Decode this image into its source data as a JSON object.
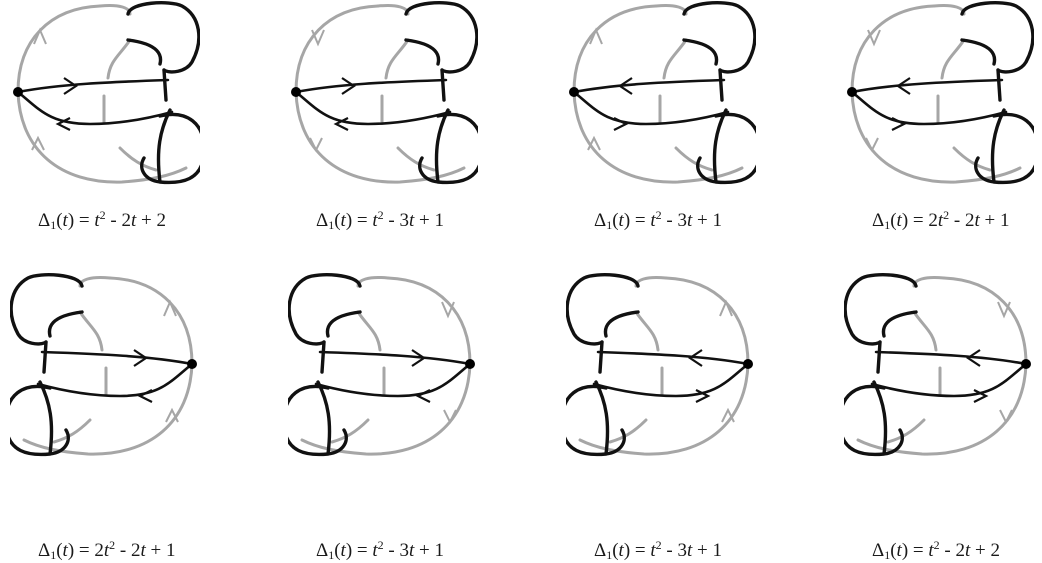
{
  "diagram": {
    "colors": {
      "knot": "#111111",
      "grey": "#a6a6a6",
      "point": "#000000"
    },
    "rows": [
      {
        "panels": [
          {
            "id": "p1",
            "arrow_top": "right",
            "arrow_bottom": "left",
            "grey_arrow": "up",
            "caption": {
              "symbol": "Δ",
              "index": "1",
              "var": "t",
              "terms": [
                {
                  "c": "",
                  "v": "t",
                  "p": "2"
                },
                {
                  "op": " - ",
                  "c": "2",
                  "v": "t",
                  "p": ""
                },
                {
                  "op": " + ",
                  "c": "2",
                  "v": "",
                  "p": ""
                }
              ]
            }
          },
          {
            "id": "p2",
            "arrow_top": "right",
            "arrow_bottom": "left",
            "grey_arrow": "down",
            "caption": {
              "symbol": "Δ",
              "index": "1",
              "var": "t",
              "terms": [
                {
                  "c": "",
                  "v": "t",
                  "p": "2"
                },
                {
                  "op": " - ",
                  "c": "3",
                  "v": "t",
                  "p": ""
                },
                {
                  "op": " + ",
                  "c": "1",
                  "v": "",
                  "p": ""
                }
              ]
            }
          },
          {
            "id": "p3",
            "arrow_top": "left",
            "arrow_bottom": "right",
            "grey_arrow": "up",
            "caption": {
              "symbol": "Δ",
              "index": "1",
              "var": "t",
              "terms": [
                {
                  "c": "",
                  "v": "t",
                  "p": "2"
                },
                {
                  "op": " - ",
                  "c": "3",
                  "v": "t",
                  "p": ""
                },
                {
                  "op": " + ",
                  "c": "1",
                  "v": "",
                  "p": ""
                }
              ]
            }
          },
          {
            "id": "p4",
            "arrow_top": "left",
            "arrow_bottom": "right",
            "grey_arrow": "down",
            "caption": {
              "symbol": "Δ",
              "index": "1",
              "var": "t",
              "terms": [
                {
                  "c": "2",
                  "v": "t",
                  "p": "2"
                },
                {
                  "op": " - ",
                  "c": "2",
                  "v": "t",
                  "p": ""
                },
                {
                  "op": " + ",
                  "c": "1",
                  "v": "",
                  "p": ""
                }
              ]
            }
          }
        ]
      },
      {
        "panels": [
          {
            "id": "p5",
            "arrow_top": "left",
            "arrow_bottom": "right",
            "grey_arrow": "up",
            "caption": {
              "symbol": "Δ",
              "index": "1",
              "var": "t",
              "terms": [
                {
                  "c": "2",
                  "v": "t",
                  "p": "2"
                },
                {
                  "op": " - ",
                  "c": "2",
                  "v": "t",
                  "p": ""
                },
                {
                  "op": " + ",
                  "c": "1",
                  "v": "",
                  "p": ""
                }
              ]
            }
          },
          {
            "id": "p6",
            "arrow_top": "left",
            "arrow_bottom": "right",
            "grey_arrow": "down",
            "caption": {
              "symbol": "Δ",
              "index": "1",
              "var": "t",
              "terms": [
                {
                  "c": "",
                  "v": "t",
                  "p": "2"
                },
                {
                  "op": " - ",
                  "c": "3",
                  "v": "t",
                  "p": ""
                },
                {
                  "op": " + ",
                  "c": "1",
                  "v": "",
                  "p": ""
                }
              ]
            }
          },
          {
            "id": "p7",
            "arrow_top": "right",
            "arrow_bottom": "left",
            "grey_arrow": "up",
            "caption": {
              "symbol": "Δ",
              "index": "1",
              "var": "t",
              "terms": [
                {
                  "c": "",
                  "v": "t",
                  "p": "2"
                },
                {
                  "op": " - ",
                  "c": "3",
                  "v": "t",
                  "p": ""
                },
                {
                  "op": " + ",
                  "c": "1",
                  "v": "",
                  "p": ""
                }
              ]
            }
          },
          {
            "id": "p8",
            "arrow_top": "right",
            "arrow_bottom": "left",
            "grey_arrow": "down",
            "caption": {
              "symbol": "Δ",
              "index": "1",
              "var": "t",
              "terms": [
                {
                  "c": "",
                  "v": "t",
                  "p": "2"
                },
                {
                  "op": " - ",
                  "c": "2",
                  "v": "t",
                  "p": ""
                },
                {
                  "op": " + ",
                  "c": "2",
                  "v": "",
                  "p": ""
                }
              ]
            }
          }
        ]
      }
    ]
  }
}
